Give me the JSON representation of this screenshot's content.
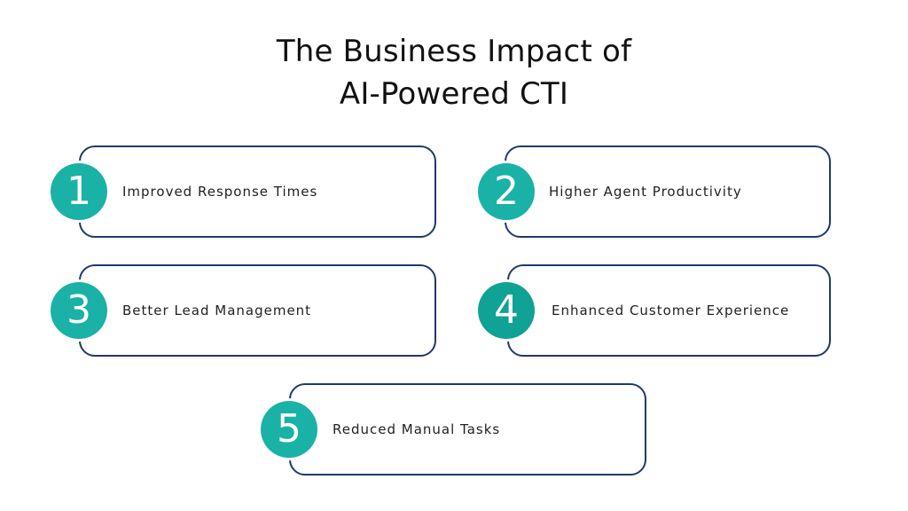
{
  "title": {
    "line1": "The Business Impact of",
    "line2": "AI-Powered CTI"
  },
  "items": [
    {
      "number": "1",
      "label": "Improved Response Times"
    },
    {
      "number": "2",
      "label": "Higher Agent Productivity"
    },
    {
      "number": "3",
      "label": "Better Lead Management"
    },
    {
      "number": "4",
      "label": "Enhanced Customer Experience"
    },
    {
      "number": "5",
      "label": "Reduced Manual Tasks"
    }
  ],
  "colors": {
    "badge": "#1ab2a6",
    "badge_dark": "#10a294",
    "border": "#1d3a6e",
    "text": "#111111"
  }
}
